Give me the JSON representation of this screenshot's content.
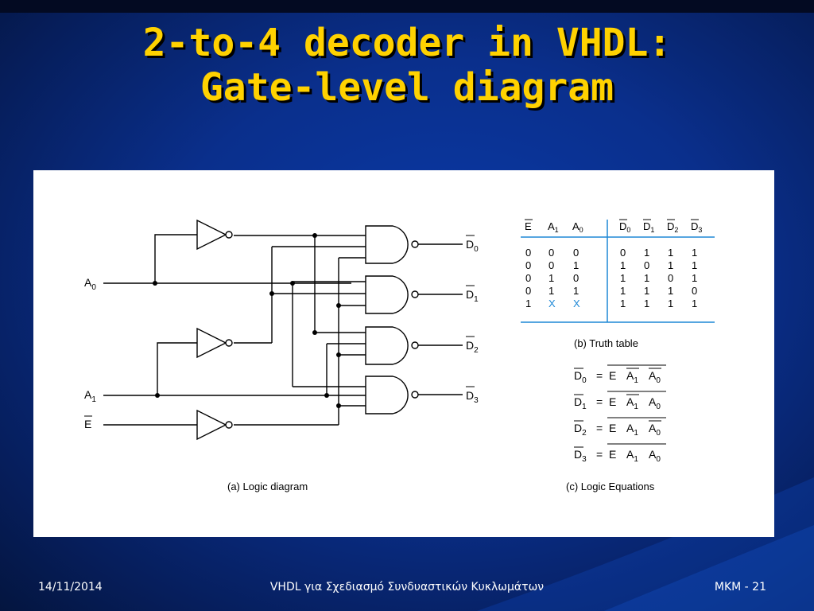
{
  "title": {
    "line1": "2-to-4 decoder in VHDL:",
    "line2": "Gate-level diagram"
  },
  "diagram": {
    "inputs": {
      "a0": "A",
      "a0_sub": "0",
      "a1": "A",
      "a1_sub": "1",
      "e": "E"
    },
    "outputs": [
      {
        "label": "D",
        "sub": "0"
      },
      {
        "label": "D",
        "sub": "1"
      },
      {
        "label": "D",
        "sub": "2"
      },
      {
        "label": "D",
        "sub": "3"
      }
    ],
    "caption_a": "(a) Logic diagram",
    "caption_b": "(b) Truth table",
    "caption_c": "(c) Logic Equations",
    "truth_table": {
      "headers": [
        {
          "label": "E",
          "sub": ""
        },
        {
          "label": "A",
          "sub": "1"
        },
        {
          "label": "A",
          "sub": "0"
        },
        {
          "label": "D",
          "sub": "0"
        },
        {
          "label": "D",
          "sub": "1"
        },
        {
          "label": "D",
          "sub": "2"
        },
        {
          "label": "D",
          "sub": "3"
        }
      ],
      "rows": [
        [
          "0",
          "0",
          "0",
          "0",
          "1",
          "1",
          "1"
        ],
        [
          "0",
          "0",
          "1",
          "1",
          "0",
          "1",
          "1"
        ],
        [
          "0",
          "1",
          "0",
          "1",
          "1",
          "0",
          "1"
        ],
        [
          "0",
          "1",
          "1",
          "1",
          "1",
          "1",
          "0"
        ],
        [
          "1",
          "X",
          "X",
          "1",
          "1",
          "1",
          "1"
        ]
      ],
      "dont_care_color": "#1e88d6"
    },
    "equations": [
      {
        "lhs": "D",
        "lhs_sub": "0",
        "eq": "=",
        "t1": "E",
        "t2": "A",
        "t2_sub": "1",
        "t3": "A",
        "t3_sub": "0"
      },
      {
        "lhs": "D",
        "lhs_sub": "1",
        "eq": "=",
        "t1": "E",
        "t2": "A",
        "t2_sub": "1",
        "t3": "A",
        "t3_sub": "0"
      },
      {
        "lhs": "D",
        "lhs_sub": "2",
        "eq": "=",
        "t1": "E",
        "t2": "A",
        "t2_sub": "1",
        "t3": "A",
        "t3_sub": "0"
      },
      {
        "lhs": "D",
        "lhs_sub": "3",
        "eq": "=",
        "t1": "E",
        "t2": "A",
        "t2_sub": "1",
        "t3": "A",
        "t3_sub": "0"
      }
    ]
  },
  "footer": {
    "date": "14/11/2014",
    "center": "VHDL για Σχεδιασμό Συνδυαστικών Κυκλωμάτων",
    "page": "MKM - 21"
  },
  "colors": {
    "title": "#ffd200",
    "background": "#0a2f8c",
    "wire": "#000000"
  }
}
